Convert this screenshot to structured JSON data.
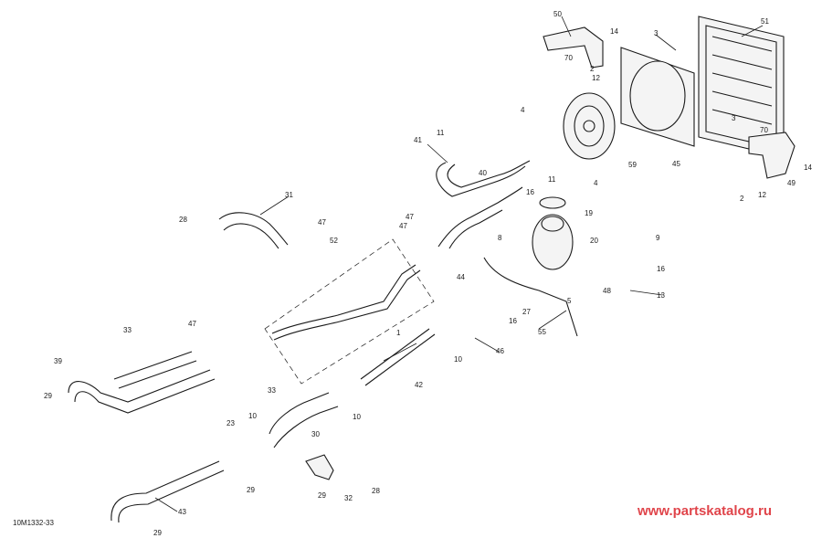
{
  "diagram": {
    "code": "10M1332-33",
    "watermark": "www.partskatalog.ru",
    "callouts": [
      "50",
      "14",
      "51",
      "3",
      "70",
      "2",
      "12",
      "4",
      "3",
      "70",
      "4",
      "45",
      "59",
      "14",
      "2",
      "12",
      "49",
      "11",
      "41",
      "11",
      "40",
      "16",
      "19",
      "31",
      "28",
      "47",
      "47",
      "47",
      "8",
      "20",
      "9",
      "52",
      "16",
      "48",
      "44",
      "13",
      "5",
      "27",
      "33",
      "47",
      "1",
      "16",
      "55",
      "46",
      "39",
      "10",
      "42",
      "29",
      "33",
      "10",
      "23",
      "30",
      "10",
      "29",
      "29",
      "32",
      "28",
      "43",
      "29"
    ],
    "accent_color": "#e0454b"
  }
}
